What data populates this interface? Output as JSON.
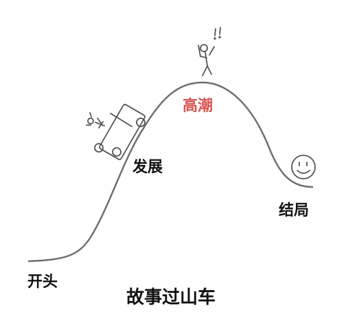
{
  "diagram": {
    "title": "故事过山车",
    "stages": {
      "start": "开头",
      "rising": "发展",
      "climax": "高潮",
      "ending": "结局"
    },
    "colors": {
      "climax": "#d9534f",
      "stroke": "#777777",
      "text": "#111111"
    },
    "icons": [
      "roller-coaster-cart-icon",
      "excited-stick-figure-icon",
      "smiley-face-icon"
    ]
  }
}
